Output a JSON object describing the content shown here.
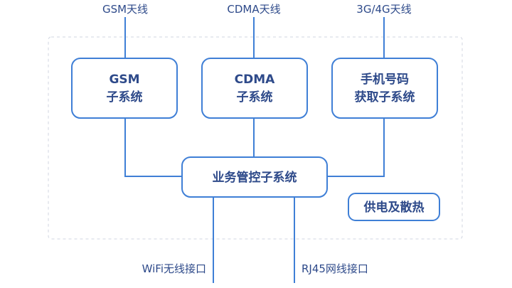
{
  "antennas": {
    "gsm": "GSM天线",
    "cdma": "CDMA天线",
    "g34": "3G/4G天线"
  },
  "boxes": {
    "gsm_line1": "GSM",
    "gsm_line2": "子系统",
    "cdma_line1": "CDMA",
    "cdma_line2": "子系统",
    "phone_line1": "手机号码",
    "phone_line2": "获取子系统",
    "control": "业务管控子系统",
    "power": "供电及散热"
  },
  "interfaces": {
    "wifi": "WiFi无线接口",
    "rj45": "RJ45网线接口"
  },
  "colors": {
    "stroke": "#3f7fd6",
    "text": "#2e4a8a",
    "frame": "#d9dde6"
  }
}
